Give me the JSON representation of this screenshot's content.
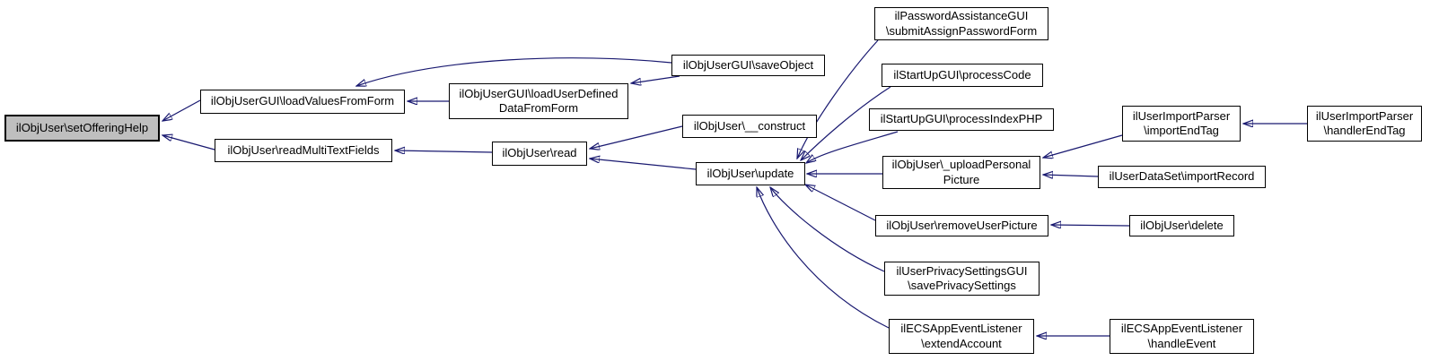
{
  "diagram": {
    "type": "call-graph",
    "description": "Doxygen caller graph for ilObjUser::setOfferingHelp",
    "colors": {
      "edge": "#191970",
      "node_border": "#000000",
      "node_fill": "#ffffff",
      "highlight_fill": "#bfbfbf",
      "text": "#000000",
      "background": "#ffffff"
    },
    "nodes": [
      {
        "id": "ilObjUser\\setOfferingHelp",
        "label": "ilObjUser\\setOfferingHelp",
        "highlighted": true
      },
      {
        "id": "ilObjUserGUI\\loadValuesFromForm",
        "label": "ilObjUserGUI\\loadValuesFromForm",
        "highlighted": false
      },
      {
        "id": "ilObjUser\\readMultiTextFields",
        "label": "ilObjUser\\readMultiTextFields",
        "highlighted": false
      },
      {
        "id": "ilObjUserGUI\\loadUserDefinedDataFromForm",
        "label": "ilObjUserGUI\\loadUserDefined\nDataFromForm",
        "highlighted": false
      },
      {
        "id": "ilObjUser\\read",
        "label": "ilObjUser\\read",
        "highlighted": false
      },
      {
        "id": "ilObjUserGUI\\saveObject",
        "label": "ilObjUserGUI\\saveObject",
        "highlighted": false
      },
      {
        "id": "ilObjUser\\__construct",
        "label": "ilObjUser\\__construct",
        "highlighted": false
      },
      {
        "id": "ilObjUser\\update",
        "label": "ilObjUser\\update",
        "highlighted": false
      },
      {
        "id": "ilPasswordAssistanceGUI\\submitAssignPasswordForm",
        "label": "ilPasswordAssistanceGUI\n\\submitAssignPasswordForm",
        "highlighted": false
      },
      {
        "id": "ilStartUpGUI\\processCode",
        "label": "ilStartUpGUI\\processCode",
        "highlighted": false
      },
      {
        "id": "ilStartUpGUI\\processIndexPHP",
        "label": "ilStartUpGUI\\processIndexPHP",
        "highlighted": false
      },
      {
        "id": "ilObjUser\\_uploadPersonalPicture",
        "label": "ilObjUser\\_uploadPersonal\nPicture",
        "highlighted": false
      },
      {
        "id": "ilUserImportParser\\importEndTag",
        "label": "ilUserImportParser\n\\importEndTag",
        "highlighted": false
      },
      {
        "id": "ilUserImportParser\\handlerEndTag",
        "label": "ilUserImportParser\n\\handlerEndTag",
        "highlighted": false
      },
      {
        "id": "ilUserDataSet\\importRecord",
        "label": "ilUserDataSet\\importRecord",
        "highlighted": false
      },
      {
        "id": "ilObjUser\\removeUserPicture",
        "label": "ilObjUser\\removeUserPicture",
        "highlighted": false
      },
      {
        "id": "ilObjUser\\delete",
        "label": "ilObjUser\\delete",
        "highlighted": false
      },
      {
        "id": "ilUserPrivacySettingsGUI\\savePrivacySettings",
        "label": "ilUserPrivacySettingsGUI\n\\savePrivacySettings",
        "highlighted": false
      },
      {
        "id": "ilECSAppEventListener\\extendAccount",
        "label": "ilECSAppEventListener\n\\extendAccount",
        "highlighted": false
      },
      {
        "id": "ilECSAppEventListener\\handleEvent",
        "label": "ilECSAppEventListener\n\\handleEvent",
        "highlighted": false
      }
    ],
    "edges": [
      {
        "from": "ilObjUserGUI\\loadValuesFromForm",
        "to": "ilObjUser\\setOfferingHelp"
      },
      {
        "from": "ilObjUser\\readMultiTextFields",
        "to": "ilObjUser\\setOfferingHelp"
      },
      {
        "from": "ilObjUserGUI\\loadUserDefinedDataFromForm",
        "to": "ilObjUserGUI\\loadValuesFromForm"
      },
      {
        "from": "ilObjUserGUI\\saveObject",
        "to": "ilObjUserGUI\\loadValuesFromForm"
      },
      {
        "from": "ilObjUserGUI\\saveObject",
        "to": "ilObjUserGUI\\loadUserDefinedDataFromForm"
      },
      {
        "from": "ilObjUser\\read",
        "to": "ilObjUser\\readMultiTextFields"
      },
      {
        "from": "ilObjUser\\__construct",
        "to": "ilObjUser\\read"
      },
      {
        "from": "ilObjUser\\update",
        "to": "ilObjUser\\read"
      },
      {
        "from": "ilPasswordAssistanceGUI\\submitAssignPasswordForm",
        "to": "ilObjUser\\update"
      },
      {
        "from": "ilStartUpGUI\\processCode",
        "to": "ilObjUser\\update"
      },
      {
        "from": "ilStartUpGUI\\processIndexPHP",
        "to": "ilObjUser\\update"
      },
      {
        "from": "ilObjUser\\_uploadPersonalPicture",
        "to": "ilObjUser\\update"
      },
      {
        "from": "ilObjUser\\removeUserPicture",
        "to": "ilObjUser\\update"
      },
      {
        "from": "ilUserPrivacySettingsGUI\\savePrivacySettings",
        "to": "ilObjUser\\update"
      },
      {
        "from": "ilECSAppEventListener\\extendAccount",
        "to": "ilObjUser\\update"
      },
      {
        "from": "ilUserImportParser\\importEndTag",
        "to": "ilObjUser\\_uploadPersonalPicture"
      },
      {
        "from": "ilUserDataSet\\importRecord",
        "to": "ilObjUser\\_uploadPersonalPicture"
      },
      {
        "from": "ilUserImportParser\\handlerEndTag",
        "to": "ilUserImportParser\\importEndTag"
      },
      {
        "from": "ilObjUser\\delete",
        "to": "ilObjUser\\removeUserPicture"
      },
      {
        "from": "ilECSAppEventListener\\handleEvent",
        "to": "ilECSAppEventListener\\extendAccount"
      }
    ]
  }
}
